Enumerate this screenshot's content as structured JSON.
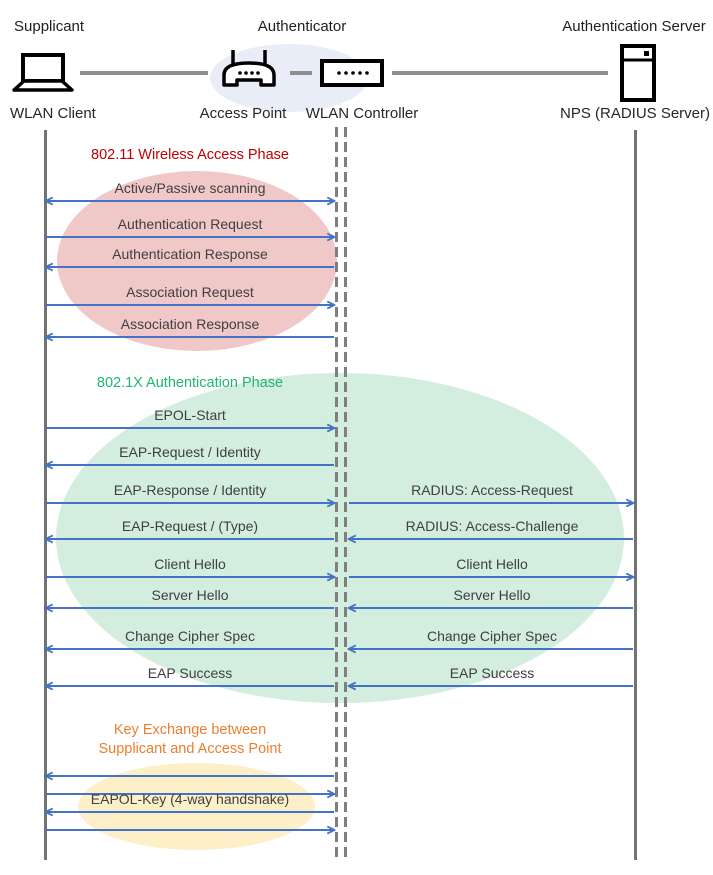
{
  "diagram": {
    "actors": {
      "supplicant": {
        "role": "Supplicant",
        "device": "WLAN Client"
      },
      "authenticator": {
        "role": "Authenticator",
        "devices": [
          "Access Point",
          "WLAN Controller"
        ]
      },
      "auth_server": {
        "role": "Authentication Server",
        "device": "NPS (RADIUS Server)"
      }
    },
    "colors": {
      "arrow": "#4472C4",
      "lifeline": "#737373",
      "message_text": "#3F3F3F",
      "phase1": "#C00000",
      "phase2": "#21B573",
      "phase3": "#ED7D31",
      "ellipse_wireless": "#F0C8C8",
      "ellipse_8021x": "#D3EDDF",
      "ellipse_keyexchange": "#FDF0C8",
      "ellipse_authenticator": "#E9EDF8"
    },
    "rows": [
      {
        "type": "title",
        "text": "802.11 Wireless Access Phase",
        "color_key": "phase1"
      },
      {
        "type": "msg",
        "left": {
          "label": "Active/Passive scanning",
          "dir": "both"
        }
      },
      {
        "type": "msg",
        "left": {
          "label": "Authentication Request",
          "dir": "right"
        }
      },
      {
        "type": "msg",
        "left": {
          "label": "Authentication Response",
          "dir": "left"
        }
      },
      {
        "type": "msg",
        "left": {
          "label": "Association Request",
          "dir": "right"
        }
      },
      {
        "type": "msg",
        "left": {
          "label": "Association Response",
          "dir": "left"
        }
      },
      {
        "type": "title",
        "text": "802.1X Authentication Phase",
        "color_key": "phase2"
      },
      {
        "type": "msg",
        "left": {
          "label": "EPOL-Start",
          "dir": "right"
        }
      },
      {
        "type": "msg",
        "left": {
          "label": "EAP-Request / Identity",
          "dir": "left"
        }
      },
      {
        "type": "msg",
        "left": {
          "label": "EAP-Response / Identity",
          "dir": "right"
        },
        "right": {
          "label": "RADIUS: Access-Request",
          "dir": "right"
        }
      },
      {
        "type": "msg",
        "left": {
          "label": "EAP-Request / (Type)",
          "dir": "left"
        },
        "right": {
          "label": "RADIUS: Access-Challenge",
          "dir": "left"
        }
      },
      {
        "type": "msg",
        "left": {
          "label": "Client Hello",
          "dir": "right"
        },
        "right": {
          "label": "Client Hello",
          "dir": "right"
        }
      },
      {
        "type": "msg",
        "left": {
          "label": "Server Hello",
          "dir": "left"
        },
        "right": {
          "label": "Server Hello",
          "dir": "left"
        }
      },
      {
        "type": "msg",
        "left": {
          "label": "Change Cipher Spec",
          "dir": "left"
        },
        "right": {
          "label": "Change Cipher Spec",
          "dir": "left"
        }
      },
      {
        "type": "msg",
        "left": {
          "label": "EAP Success",
          "dir": "left"
        },
        "right": {
          "label": "EAP Success",
          "dir": "left"
        }
      },
      {
        "type": "title",
        "text": "Key Exchange between\nSupplicant and Access Point",
        "color_key": "phase3"
      },
      {
        "type": "msg",
        "left": {
          "dir": "left"
        }
      },
      {
        "type": "msg",
        "left": {
          "dir": "right"
        }
      },
      {
        "type": "msg",
        "left": {
          "label": "EAPOL-Key (4-way handshake)",
          "dir": "left"
        }
      },
      {
        "type": "msg",
        "left": {
          "dir": "right"
        }
      }
    ]
  }
}
